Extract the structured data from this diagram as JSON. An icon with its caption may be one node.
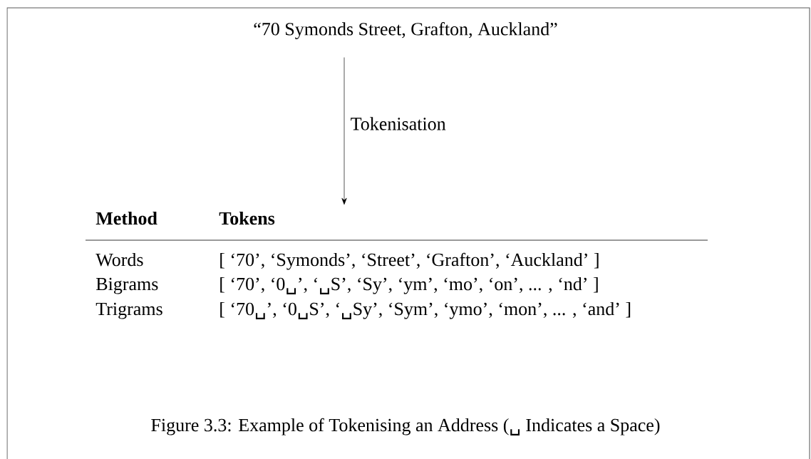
{
  "diagram": {
    "caption": "Figure 3.3: Example of Tokenising an Address (␣ Indicates a Space)",
    "nodes": [
      {
        "text": [
          "“70 Symonds Street, Grafton, Auckland”"
        ]
      },
      {
        "text": [],
        "shape": "table"
      }
    ],
    "edges": [
      {
        "from": 0,
        "to": 1,
        "arrow": "to",
        "label": "Tokenisation"
      }
    ],
    "labels": [
      "Method",
      "Tokens",
      "Words",
      "[ ‘70’, ‘Symonds’, ‘Street’, ‘Grafton’, ‘Auckland’ ]",
      "Bigrams",
      "[ ‘70’, ‘0␣’, ‘␣S’, ‘Sy’, ‘ym’, ‘mo’, ‘on’, ... , ‘nd’ ]",
      "Trigrams",
      "[ ‘70␣’, ‘0␣S’, ‘␣Sy’, ‘Sym’, ‘ymo’, ‘mon’, ... , ‘and’ ]"
    ]
  }
}
